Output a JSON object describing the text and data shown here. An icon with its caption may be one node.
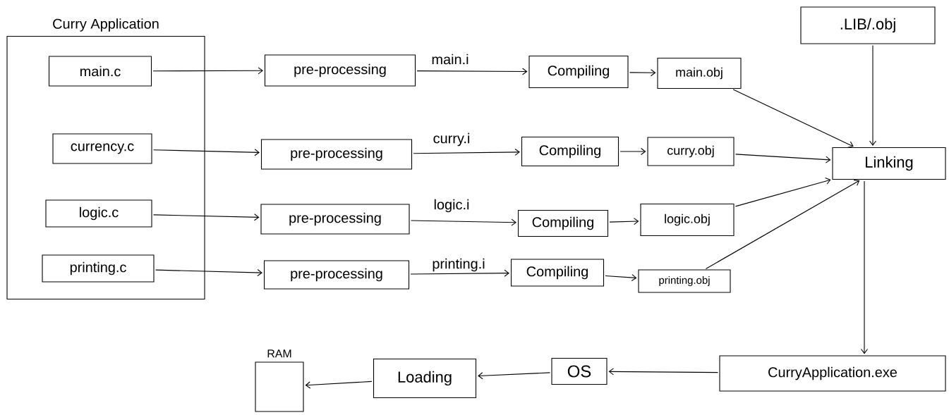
{
  "diagram": {
    "nodes": [
      {
        "text": [
          "Curry Application"
        ]
      },
      {
        "text": [
          "main.c"
        ],
        "in": 0
      },
      {
        "text": [
          "currency.c"
        ],
        "in": 0
      },
      {
        "text": [
          "logic.c"
        ],
        "in": 0
      },
      {
        "text": [
          "printing.c"
        ],
        "in": 0
      },
      {
        "text": [
          "pre-processing"
        ]
      },
      {
        "text": [
          "pre-processing"
        ]
      },
      {
        "text": [
          "pre-processing"
        ]
      },
      {
        "text": [
          "pre-processing"
        ]
      },
      {
        "text": [
          "Compiling"
        ]
      },
      {
        "text": [
          "Compiling"
        ]
      },
      {
        "text": [
          "Compiling"
        ]
      },
      {
        "text": [
          "Compiling"
        ]
      },
      {
        "text": [
          "main.obj"
        ]
      },
      {
        "text": [
          "curry.obj"
        ]
      },
      {
        "text": [
          "logic.obj"
        ]
      },
      {
        "text": [
          "printing.obj"
        ]
      },
      {
        "text": [
          ".LIB/.obj"
        ]
      },
      {
        "text": [
          "Linking"
        ]
      },
      {
        "text": [
          "CurryApplication.exe"
        ]
      },
      {
        "text": [
          "OS"
        ]
      },
      {
        "text": [
          "Loading"
        ]
      },
      {
        "text": [
          "RAM"
        ]
      }
    ],
    "edges": [
      {
        "from": 1,
        "to": 5,
        "arrow": "to"
      },
      {
        "from": 2,
        "to": 6,
        "arrow": "to"
      },
      {
        "from": 3,
        "to": 7,
        "arrow": "to"
      },
      {
        "from": 4,
        "to": 8,
        "arrow": "to"
      },
      {
        "from": 5,
        "to": 9,
        "arrow": "to",
        "label": "main.i"
      },
      {
        "from": 6,
        "to": 10,
        "arrow": "to",
        "label": "curry.i"
      },
      {
        "from": 7,
        "to": 11,
        "arrow": "to",
        "label": "logic.i"
      },
      {
        "from": 8,
        "to": 12,
        "arrow": "to",
        "label": "printing.i"
      },
      {
        "from": 9,
        "to": 13,
        "arrow": "to"
      },
      {
        "from": 10,
        "to": 14,
        "arrow": "to"
      },
      {
        "from": 11,
        "to": 15,
        "arrow": "to"
      },
      {
        "from": 12,
        "to": 16,
        "arrow": "to"
      },
      {
        "from": 13,
        "to": 18,
        "arrow": "to"
      },
      {
        "from": 14,
        "to": 18,
        "arrow": "to"
      },
      {
        "from": 15,
        "to": 18,
        "arrow": "to"
      },
      {
        "from": 16,
        "to": 18,
        "arrow": "to"
      },
      {
        "from": 17,
        "to": 18,
        "arrow": "to"
      },
      {
        "from": 18,
        "to": 19,
        "arrow": "to"
      },
      {
        "from": 19,
        "to": 20,
        "arrow": "to"
      },
      {
        "from": 20,
        "to": 21,
        "arrow": "to"
      },
      {
        "from": 21,
        "to": 22,
        "arrow": "to"
      }
    ]
  }
}
